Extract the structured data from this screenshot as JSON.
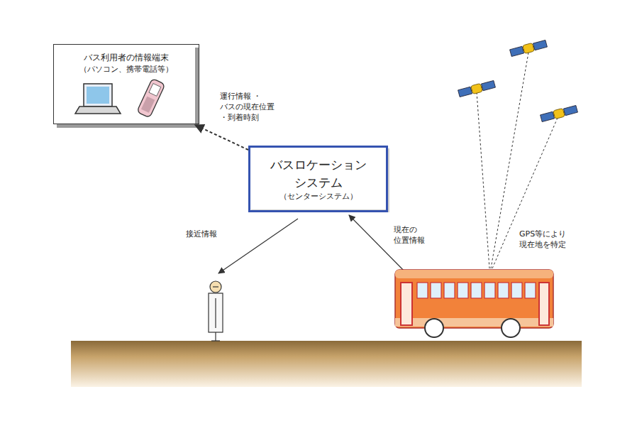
{
  "diagram": {
    "nodes": [
      {
        "text": [
          "バス利用者の情報端末",
          "（パソコン、携帯電話等）"
        ]
      },
      {
        "text": [
          "バスロケーション システム",
          "（センターシステム）"
        ]
      }
    ],
    "edges": [
      {
        "from": 1,
        "to": 0,
        "arrow": "to",
        "label": "運行情報 ・バスの現在位置 ・到着時刻"
      }
    ],
    "labels": [
      "接近情報",
      "現在の 位置情報",
      "GPS等により 現在地を特定"
    ]
  }
}
